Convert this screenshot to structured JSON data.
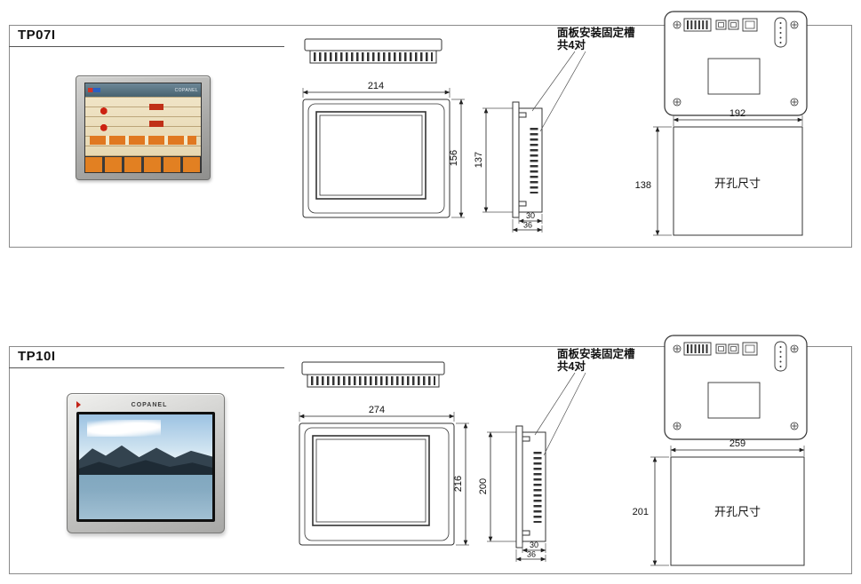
{
  "page": {
    "background": "#ffffff",
    "line_color": "#333333"
  },
  "panels": [
    {
      "model": "TP07I",
      "photo": {
        "brand": "COPANEL"
      },
      "dims": {
        "width": "214",
        "height": "156",
        "body_height": "137",
        "depth_body": "30",
        "depth_total": "36"
      },
      "note": {
        "line1": "面板安装固定槽",
        "line2": "共4对"
      },
      "cutout": {
        "width": "192",
        "height": "138",
        "label": "开孔尺寸"
      }
    },
    {
      "model": "TP10I",
      "photo": {
        "brand": "COPANEL"
      },
      "dims": {
        "width": "274",
        "height": "216",
        "body_height": "200",
        "depth_body": "30",
        "depth_total": "36"
      },
      "note": {
        "line1": "面板安装固定槽",
        "line2": "共4对"
      },
      "cutout": {
        "width": "259",
        "height": "201",
        "label": "开孔尺寸"
      }
    }
  ]
}
